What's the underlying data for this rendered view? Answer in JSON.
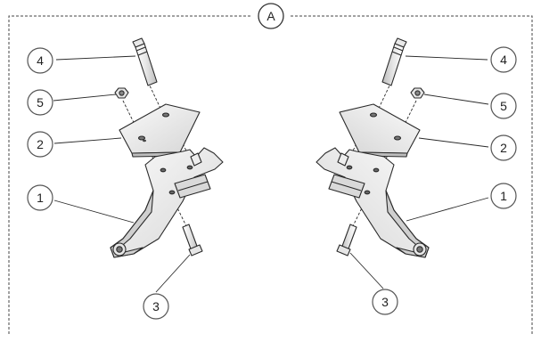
{
  "figure": {
    "view_label": "A",
    "callouts": {
      "left": {
        "bolt": "4",
        "nut": "5",
        "plate": "2",
        "bracket": "1",
        "screw": "3"
      },
      "right": {
        "bolt": "4",
        "nut": "5",
        "plate": "2",
        "bracket": "1",
        "screw": "3"
      }
    }
  },
  "colors": {
    "line": "#2a2a2a",
    "part_fill": "#f2f2f2",
    "part_shade": "#c8c8c8",
    "callout_stroke": "#555555",
    "frame_dash": "#444444"
  }
}
